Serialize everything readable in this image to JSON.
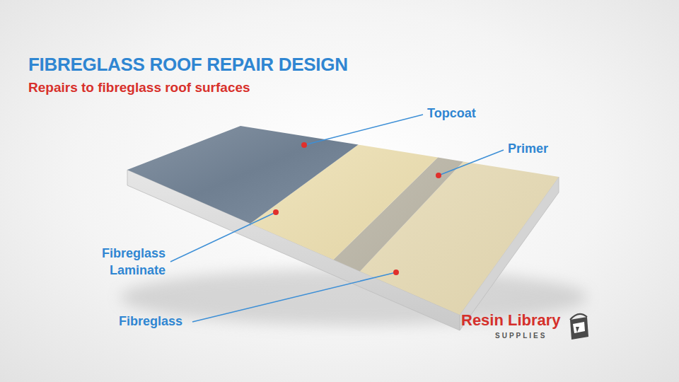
{
  "diagram": {
    "title": "FIBREGLASS ROOF REPAIR DESIGN",
    "labels": [
      "Repairs to fibreglass roof surfaces",
      "Topcoat",
      "Primer",
      "Fibreglass Laminate",
      "Fibreglass",
      "Resin Library",
      "SUPPLIES"
    ]
  }
}
